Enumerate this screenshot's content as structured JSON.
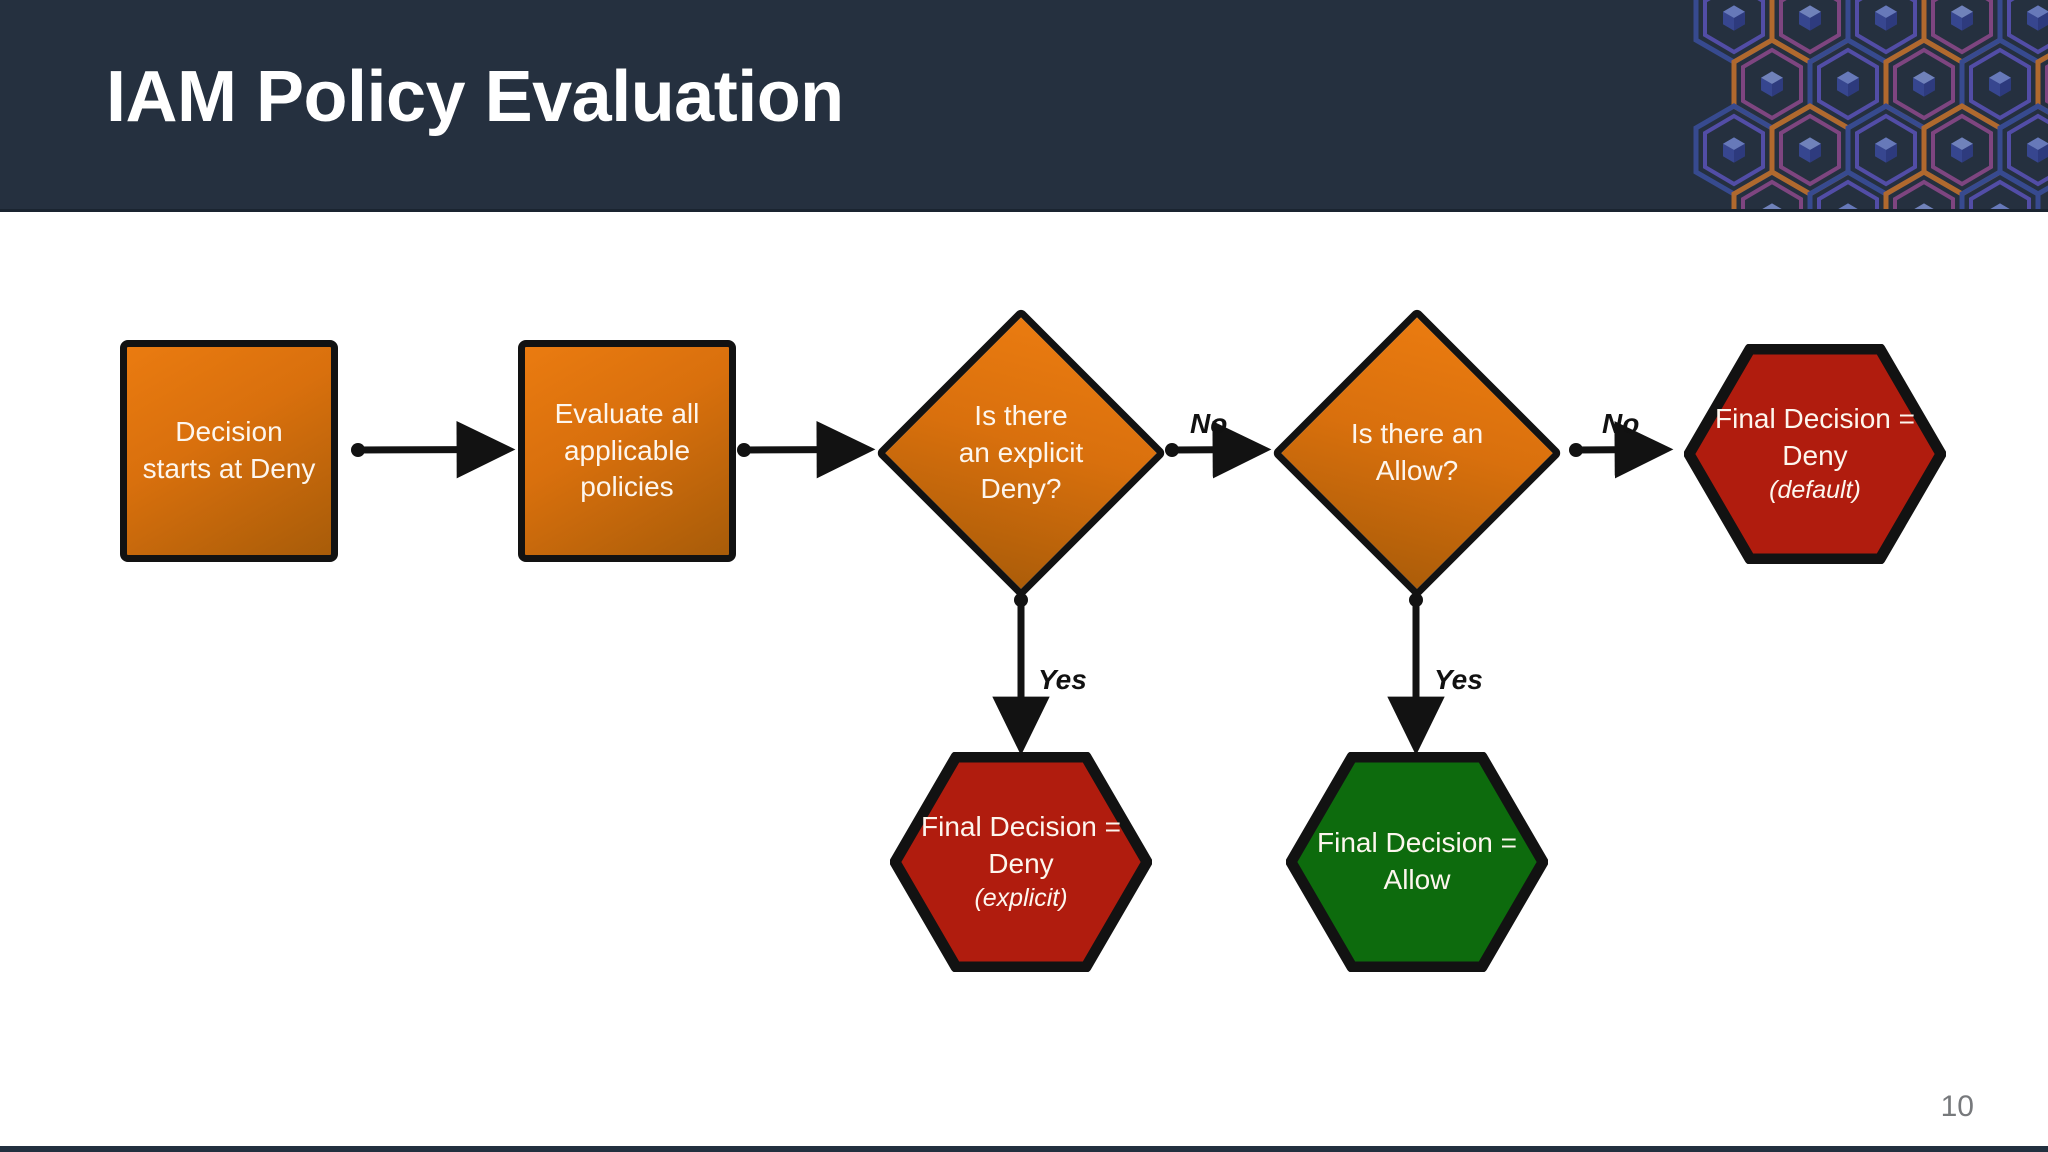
{
  "header": {
    "title": "IAM Policy Evaluation",
    "background_color": "#25303f",
    "title_color": "#ffffff",
    "pattern_icon": "hexagon-cube-pattern"
  },
  "footer": {
    "page_number": "10",
    "page_number_color": "#77797c"
  },
  "colors": {
    "process_orange_light": "#ea7b10",
    "process_orange_dark": "#a85c09",
    "deny_red": "#b01c0e",
    "allow_green": "#0d6b0d",
    "outline_black": "#121212",
    "node_text": "#fdf6ee"
  },
  "diagram": {
    "type": "flowchart",
    "nodes": [
      {
        "id": "start",
        "shape": "rectangle",
        "fill": "orange",
        "lines": [
          "Decision",
          "starts at Deny"
        ],
        "sub": ""
      },
      {
        "id": "evaluate",
        "shape": "rectangle",
        "fill": "orange",
        "lines": [
          "Evaluate all",
          "applicable",
          "policies"
        ],
        "sub": ""
      },
      {
        "id": "explicit_deny",
        "shape": "diamond",
        "fill": "orange",
        "lines": [
          "Is there",
          "an explicit",
          "Deny?"
        ],
        "sub": ""
      },
      {
        "id": "allow_check",
        "shape": "diamond",
        "fill": "orange",
        "lines": [
          "Is there an",
          "Allow?"
        ],
        "sub": ""
      },
      {
        "id": "deny_default",
        "shape": "hexagon",
        "fill": "red",
        "lines": [
          "Final Decision =",
          "Deny"
        ],
        "sub": "(default)"
      },
      {
        "id": "deny_explicit",
        "shape": "hexagon",
        "fill": "red",
        "lines": [
          "Final Decision =",
          "Deny"
        ],
        "sub": "(explicit)"
      },
      {
        "id": "allow_final",
        "shape": "hexagon",
        "fill": "green",
        "lines": [
          "Final Decision =",
          "Allow"
        ],
        "sub": ""
      }
    ],
    "edges": [
      {
        "from": "start",
        "to": "evaluate",
        "label": ""
      },
      {
        "from": "evaluate",
        "to": "explicit_deny",
        "label": ""
      },
      {
        "from": "explicit_deny",
        "to": "allow_check",
        "label": "No"
      },
      {
        "from": "explicit_deny",
        "to": "deny_explicit",
        "label": "Yes"
      },
      {
        "from": "allow_check",
        "to": "deny_default",
        "label": "No"
      },
      {
        "from": "allow_check",
        "to": "allow_final",
        "label": "Yes"
      }
    ]
  }
}
